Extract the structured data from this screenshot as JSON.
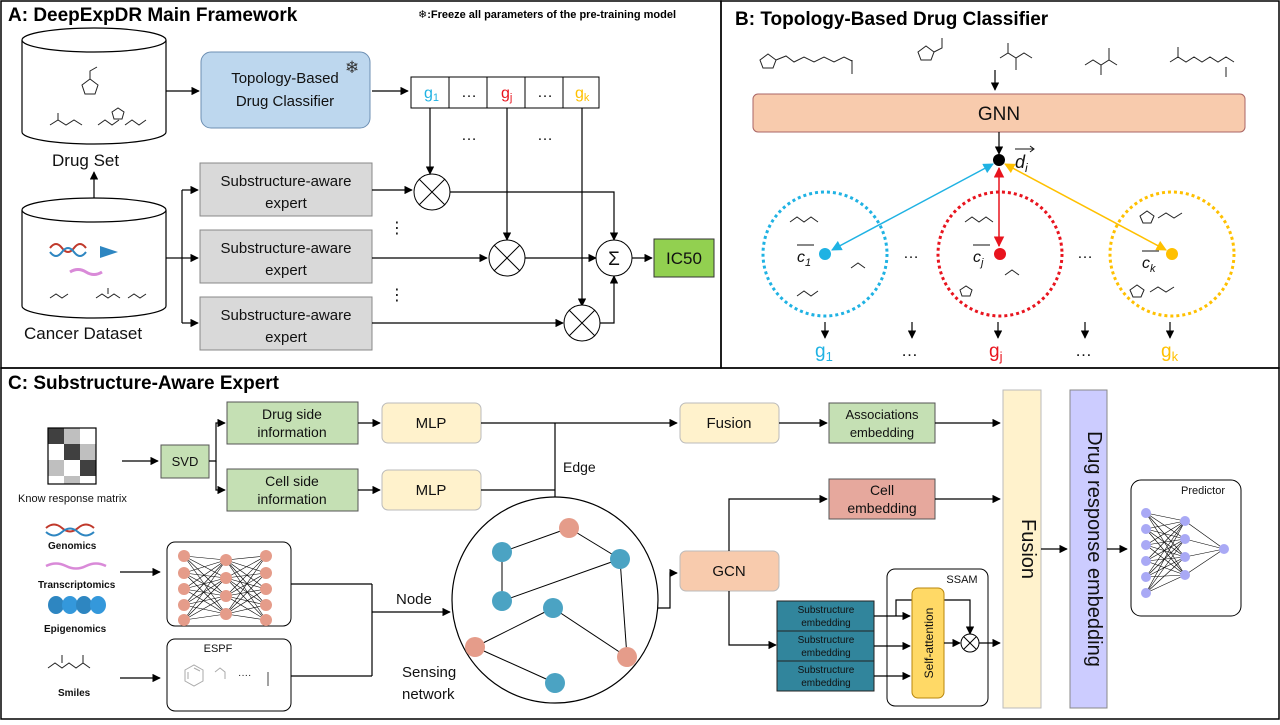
{
  "panel_a": {
    "title": "A: DeepExpDR Main Framework",
    "note": "❄:Freeze all parameters of the pre-training model",
    "drug_set": "Drug Set",
    "cancer_dataset": "Cancer Dataset",
    "classifier_line1": "Topology-Based",
    "classifier_line2": "Drug Classifier",
    "snowflake": "❄",
    "g1": "g",
    "g1_sub": "1",
    "gj": "g",
    "gj_sub": "j",
    "gk": "g",
    "gk_sub": "k",
    "dots": "…",
    "vdots": "⋮",
    "expert_line1": "Substructure-aware",
    "expert_line2": "expert",
    "sigma": "Σ",
    "ic50": "IC50"
  },
  "panel_b": {
    "title": "B: Topology-Based Drug Classifier",
    "gnn": "GNN",
    "d_i": "d",
    "d_i_sub": "i",
    "c1": "c",
    "c1_sub": "1",
    "cj": "c",
    "cj_sub": "j",
    "ck": "c",
    "ck_sub": "k",
    "g1": "g",
    "g1_sub": "1",
    "gj": "g",
    "gj_sub": "j",
    "gk": "g",
    "gk_sub": "k",
    "dots": "…"
  },
  "panel_c": {
    "title": "C: Substructure-Aware Expert",
    "know_matrix": "Know response matrix",
    "svd": "SVD",
    "drug_side_1": "Drug side",
    "drug_side_2": "information",
    "cell_side_1": "Cell side",
    "cell_side_2": "information",
    "mlp": "MLP",
    "fusion": "Fusion",
    "assoc_1": "Associations",
    "assoc_2": "embedding",
    "edge": "Edge",
    "cell_emb_1": "Cell",
    "cell_emb_2": "embedding",
    "genomics": "Genomics",
    "transcriptomics": "Transcriptomics",
    "epigenomics": "Epigenomics",
    "smiles": "Smiles",
    "espf": "ESPF",
    "espf_dots": "····",
    "node": "Node",
    "sensing_1": "Sensing",
    "sensing_2": "network",
    "gcn": "GCN",
    "ssam": "SSAM",
    "sub_1": "Substructure",
    "sub_2": "embedding",
    "self_attention": "Self-attention",
    "fusion_big": "Fusion",
    "drug_response": "Drug response embedding",
    "predictor": "Predictor"
  },
  "colors": {
    "blue_box": "#bdd7ee",
    "gray_box": "#d9d9d9",
    "green_box": "#c5e0b4",
    "peach_box": "#f8cbad",
    "cream_box": "#fff2cc",
    "salmon_box": "#e6a89d",
    "teal_box": "#31859c",
    "lavender_box": "#ccccff",
    "yellow_box": "#ffd966",
    "cyan": "#1fb2e3",
    "red": "#e8141e",
    "gold": "#ffc000",
    "node_teal": "#4ba3c3",
    "node_pink": "#d99694",
    "node_salmon": "#e59c8a",
    "node_purple": "#a9a9f5"
  }
}
